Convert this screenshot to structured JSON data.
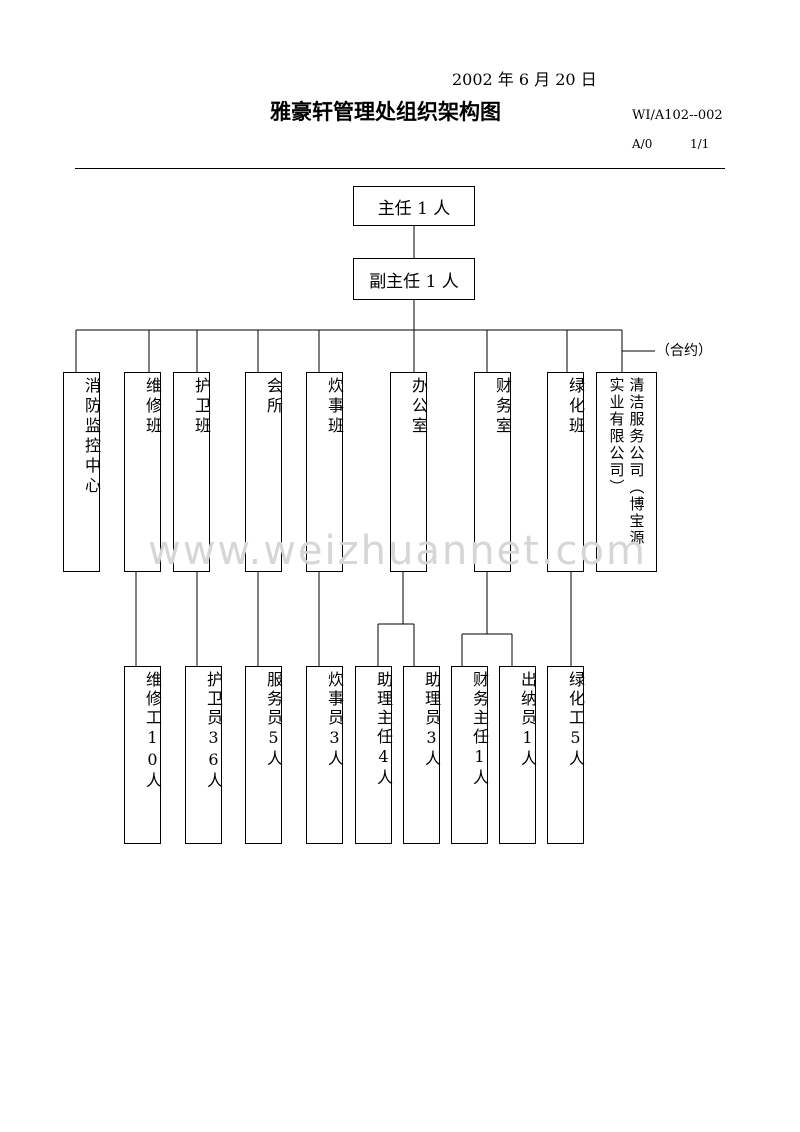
{
  "header": {
    "date": "2002 年 6 月 20 日",
    "title": "雅豪轩管理处组织架构图",
    "doc_no": "WI/A102--002",
    "revision": "A/0",
    "page": "1/1"
  },
  "org": {
    "director": "主任 1 人",
    "deputy": "副主任 1 人",
    "contract_note": "（合约）",
    "departments": {
      "fire_control": "消防监控中心",
      "maintenance": "维修班",
      "security": "护卫班",
      "clubhouse": "会所",
      "kitchen": "炊事班",
      "office": "办公室",
      "finance": "财务室",
      "greening": "绿化班",
      "cleaning": "清洁服务公司（博宝源实业有限公司）"
    },
    "staff": {
      "maintenance_workers": "维修工10人",
      "guards": "护卫员36人",
      "service_staff": "服务员5人",
      "cooks": "炊事员3人",
      "assistant_director": "助理主任4人",
      "assistants": "助理员3人",
      "finance_director": "财务主任1人",
      "cashier": "出纳员1人",
      "gardeners": "绿化工5人"
    }
  },
  "watermark": "www.weizhuannet.com"
}
